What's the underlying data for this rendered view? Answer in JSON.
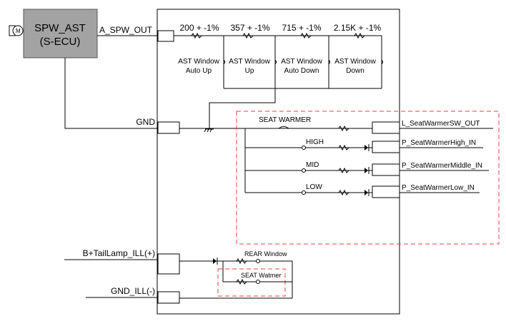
{
  "ecu": {
    "line1": "SPW_AST",
    "line2": "(S-ECU)",
    "icon": "motor-icon"
  },
  "connectors": {
    "spw_out": "A_SPW_OUT",
    "gnd": "GND",
    "tail_lamp": "B+TailLamp_ILL(+)",
    "gnd_ill": "GND_ILL(-)"
  },
  "resistors": [
    "200 + -1%",
    "357 + -1%",
    "715 + -1%",
    "2.15K + -1%"
  ],
  "switches": [
    {
      "line1": "AST Window",
      "line2": "Auto Up"
    },
    {
      "line1": "AST Window",
      "line2": "Up"
    },
    {
      "line1": "AST Window",
      "line2": "Auto Down"
    },
    {
      "line1": "AST Window",
      "line2": "Down"
    }
  ],
  "seat_warmer": {
    "switch_label": "SEAT WARMER",
    "levels": [
      "HIGH",
      "MID",
      "LOW"
    ],
    "outputs": [
      "L_SeatWarmerSW_OUT",
      "P_SeatWarmerHigh_IN",
      "P_SeatWarmerMiddle_IN",
      "P_SeatWarmerLow_IN"
    ]
  },
  "illumination": {
    "rear_window": "REAR Window",
    "seat_warmer": "SEAT Watmer"
  },
  "colors": {
    "highlight": "#e8413a",
    "ecu_fill": "#a3a3a3",
    "line": "#000000"
  }
}
